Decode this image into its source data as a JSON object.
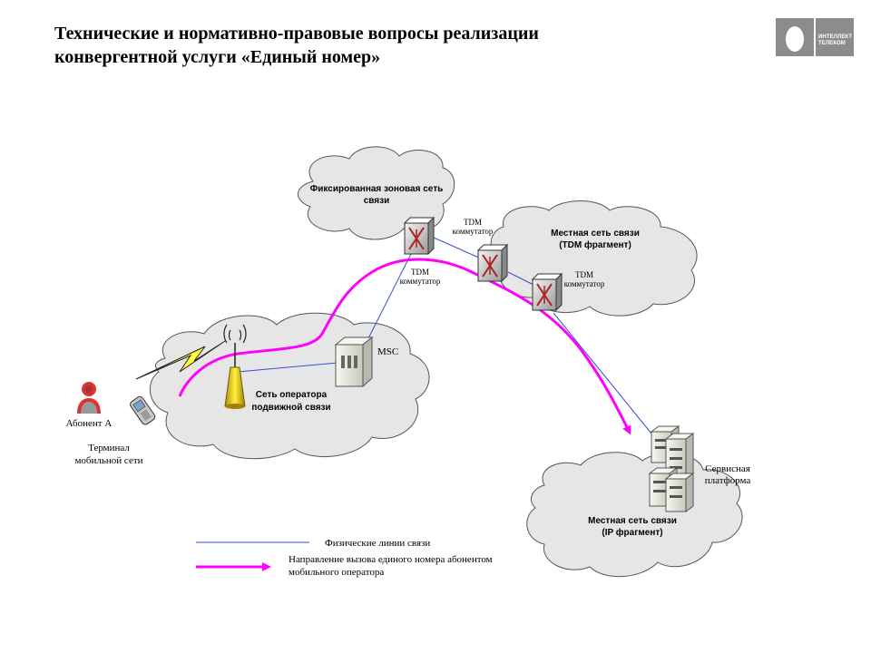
{
  "title": {
    "line1": "Технические и нормативно-правовые вопросы реализации",
    "line2": "конвергентной услуги «Единый номер»"
  },
  "logo": {
    "brand_line1": "ИНТЕЛЛЕКТ",
    "brand_line2": "ТЕЛЕКОМ",
    "icon": "egg-logo-icon"
  },
  "clouds": {
    "fixed_zone": {
      "line1": "Фиксированная зоновая сеть",
      "line2": "связи"
    },
    "local_tdm": {
      "line1": "Местная  сеть связи",
      "line2": "(TDM фрагмент)"
    },
    "mobile": {
      "line1": "Сеть оператора",
      "line2": "подвижной связи"
    },
    "local_ip": {
      "line1": "Местная сеть связи",
      "line2": "(IP фрагмент)"
    }
  },
  "nodes": {
    "tdm1": {
      "line1": "TDM",
      "line2": "коммутатор"
    },
    "tdm2": {
      "line1": "TDM",
      "line2": "коммутатор"
    },
    "tdm3": {
      "line1": "TDM",
      "line2": "коммутатор"
    },
    "msc": "MSC",
    "service": {
      "line1": "Сервисная",
      "line2": "платформа"
    },
    "subscriber": "Абонент А",
    "terminal": {
      "line1": "Терминал",
      "line2": "мобильной сети"
    }
  },
  "legend": {
    "physical": "Физические линии связи",
    "direction_line1": "Направление вызова единого номера абонентом",
    "direction_line2": "мобильного оператора"
  },
  "colors": {
    "physical_line": "#3a4fd1",
    "call_direction": "#ff00ff",
    "cloud": "#e6e6e6",
    "switch": "#d0d0d0",
    "switch_arrows": "#aa2222"
  }
}
